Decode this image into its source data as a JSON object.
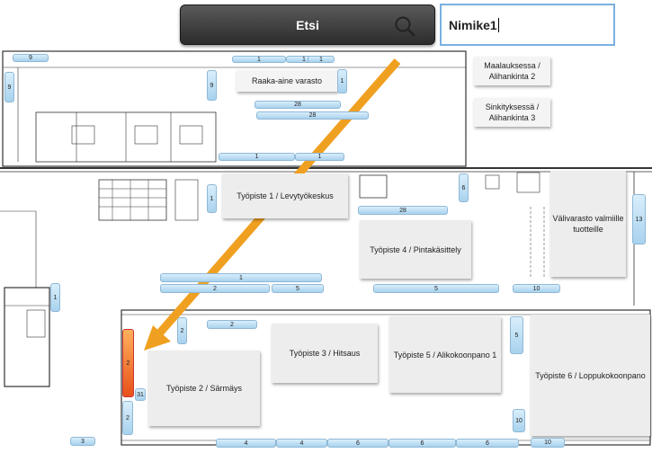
{
  "search": {
    "button_label": "Etsi",
    "input_value": "Nimike1"
  },
  "areas": [
    "Raaka-aine varasto",
    "Maalauksessa / Alihankinta 2",
    "Sinkityksessä / Alihankinta 3",
    "Työpiste 1 / Levytyökeskus",
    "Työpiste 4 / Pintakäsittely",
    "Välivarasto valmiille tuotteille",
    "Työpiste 2 / Särmäys",
    "Työpiste 3 / Hitsaus",
    "Työpiste 5 / Alikokoonpano 1",
    "Työpiste 6 / Loppukokoonpano"
  ],
  "counts": {
    "c_tl1": "9",
    "c_tl2": "9",
    "c_rw1": "9",
    "c_r1": "1",
    "c_t1": "1",
    "c_t2": "1",
    "c_t3": "1",
    "c_28a": "28",
    "c_28b": "28",
    "c_b1": "1",
    "c_b2": "1",
    "c_w1": "1",
    "c_28c": "28",
    "c_6": "6",
    "c_13": "13",
    "c_mid1": "1",
    "c_mid2": "2",
    "c_mid5": "5",
    "c_mid5b": "5",
    "c_mid10": "10",
    "c_left1": "1",
    "c_sel": "2",
    "c_31": "31",
    "c_2b": "2",
    "c_2c": "2",
    "c_2d": "2",
    "c_5r": "5",
    "c_10r": "10",
    "c_3": "3",
    "c_bot4a": "4",
    "c_bot4b": "4",
    "c_bot6a": "6",
    "c_bot6b": "6",
    "c_bot6c": "6",
    "c_bot10": "10"
  },
  "colors": {
    "selected": "#e8501a",
    "arrow": "#f0a020",
    "pill": "#a8d2ee"
  }
}
